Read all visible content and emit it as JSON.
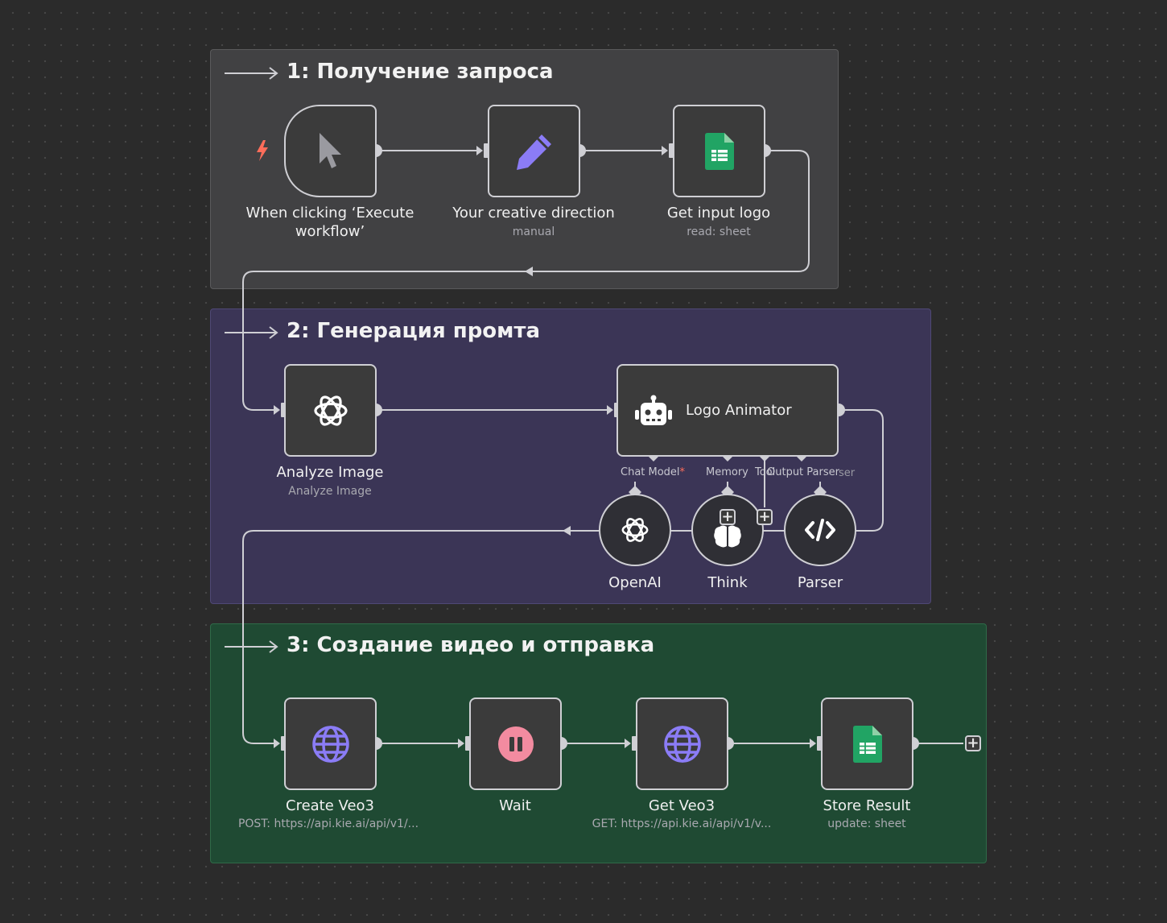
{
  "colors": {
    "canvas": "#2b2b2b",
    "group1_bg": "#414143",
    "group2_bg": "#3b3556",
    "group3_bg": "#1f4a33",
    "edge": "#cfcfd4",
    "trigger_bolt": "#ff6d5a",
    "pencil": "#8b7cf6",
    "globe": "#8b7cf6",
    "wait": "#f38ba0",
    "sheets": "#21a464"
  },
  "groups": [
    {
      "title": "1: Получение запроса"
    },
    {
      "title": "2: Генерация промта"
    },
    {
      "title": "3: Создание видео и отправка"
    }
  ],
  "nodes": {
    "trigger": {
      "label": "When clicking ‘Execute workflow’",
      "icon": "cursor-icon"
    },
    "creative": {
      "label": "Your creative direction",
      "sub": "manual",
      "icon": "pencil-icon"
    },
    "get_logo": {
      "label": "Get input logo",
      "sub": "read: sheet",
      "icon": "google-sheets-icon"
    },
    "analyze": {
      "label": "Analyze Image",
      "sub": "Analyze Image",
      "icon": "openai-icon"
    },
    "agent": {
      "label": "Logo Animator",
      "icon": "robot-icon",
      "ports": {
        "chat_model": "Chat Model",
        "chat_model_required": "*",
        "memory": "Memory",
        "tool": "Tool",
        "output_parser": "Output Parser",
        "output_parser_overlap": "ser"
      }
    },
    "openai": {
      "label": "OpenAI",
      "icon": "openai-icon"
    },
    "think": {
      "label": "Think",
      "icon": "brain-icon"
    },
    "parser": {
      "label": "Parser",
      "icon": "code-icon"
    },
    "create_veo": {
      "label": "Create Veo3",
      "sub": "POST: https://api.kie.ai/api/v1/...",
      "icon": "globe-icon"
    },
    "wait": {
      "label": "Wait",
      "icon": "pause-icon"
    },
    "get_veo": {
      "label": "Get Veo3",
      "sub": "GET: https://api.kie.ai/api/v1/v...",
      "icon": "globe-icon"
    },
    "store": {
      "label": "Store Result",
      "sub": "update: sheet",
      "icon": "google-sheets-icon"
    }
  },
  "add_button": "+"
}
